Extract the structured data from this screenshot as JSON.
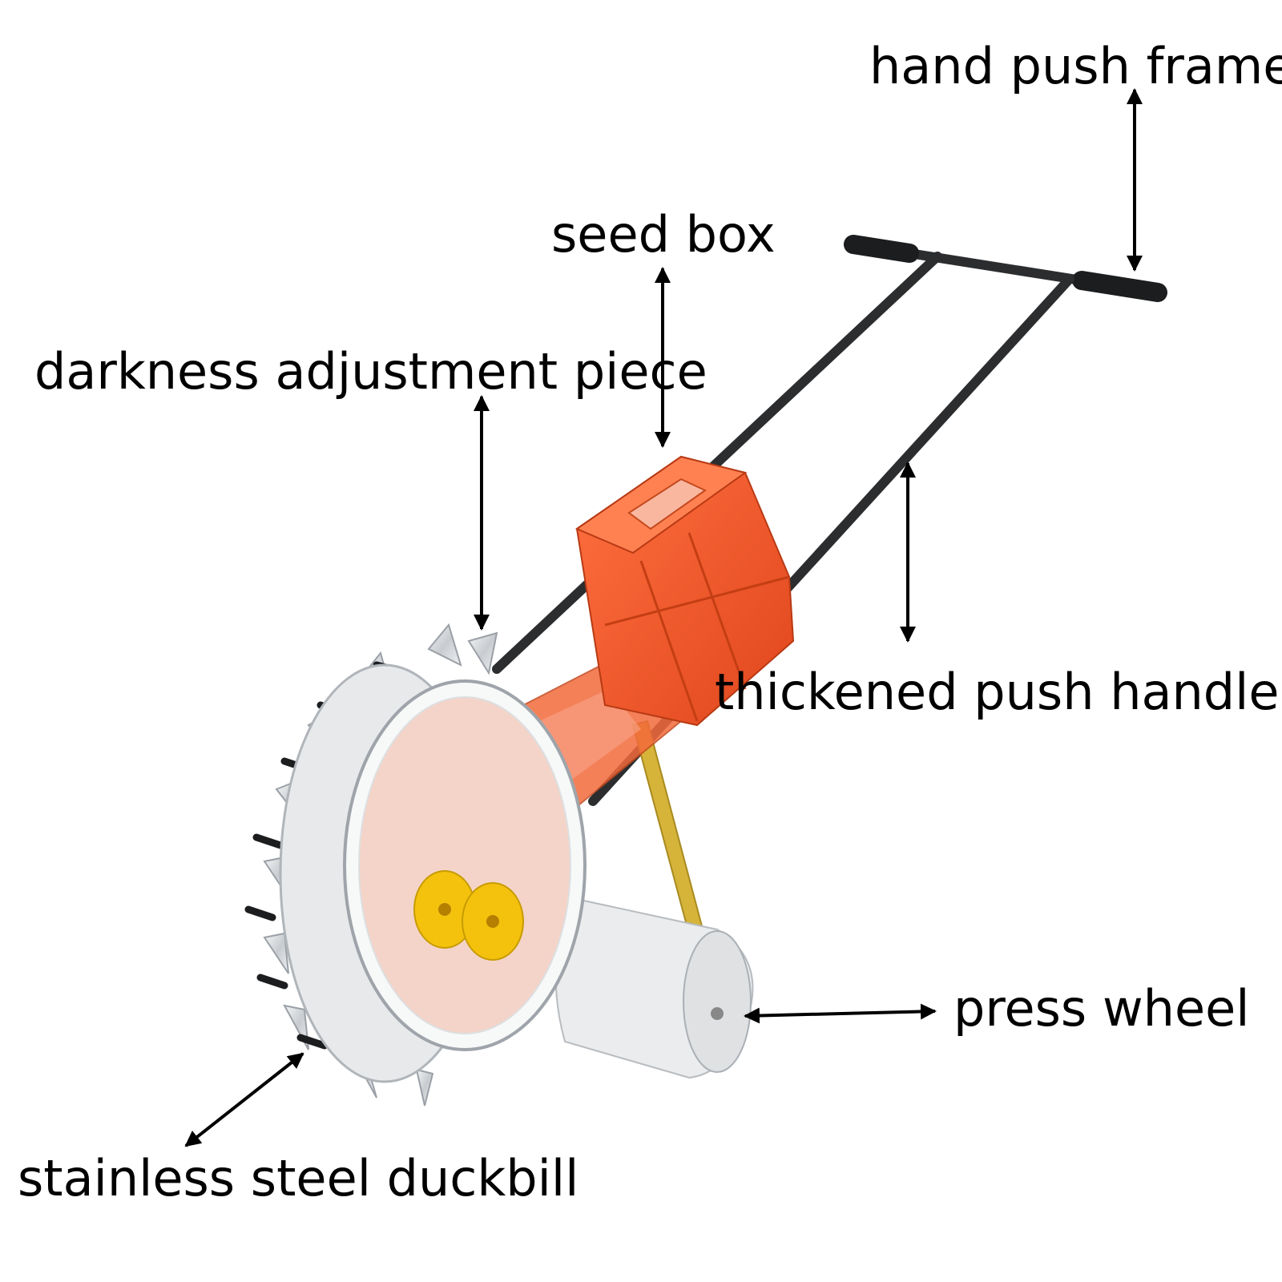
{
  "labels": {
    "hand_push_frame": "hand push frame",
    "seed_box": "seed box",
    "darkness_adjustment_piece": "darkness adjustment piece",
    "thickened_push_handle": "thickened push handle",
    "press_wheel": "press wheel",
    "stainless_steel_duckbill": "stainless steel duckbill"
  },
  "colors": {
    "seed_box": "#f2572a",
    "seed_box_dark": "#c93d16",
    "frame": "#2b2d2f",
    "stainless": "#d9dcdf",
    "yellow_part": "#f4c20d",
    "yellow_arm": "#d6b43a",
    "arrow": "#000000"
  }
}
